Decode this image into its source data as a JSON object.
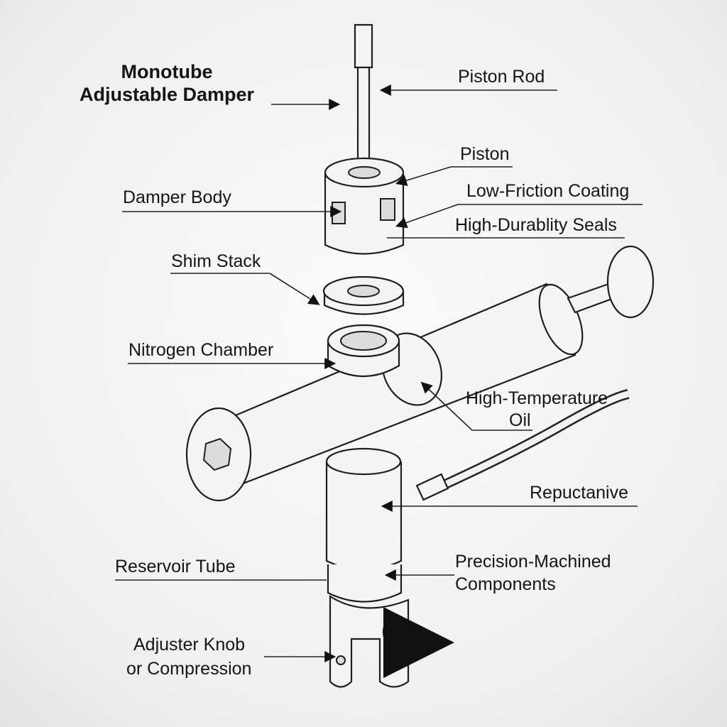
{
  "title": [
    "Monotube",
    "Adjustable Damper"
  ],
  "labels": {
    "piston_rod": "Piston Rod",
    "piston": "Piston",
    "damper_body": "Damper Body",
    "low_friction": "Low-Friction Coating",
    "seals": "High-Durablity Seals",
    "shim_stack": "Shim Stack",
    "nitrogen": "Nitrogen Chamber",
    "oil_1": "High-Temperature",
    "oil_2": "Oil",
    "reputanive": "Repuctanive",
    "reservoir": "Reservoir Tube",
    "precision_1": "Precision-Machined",
    "precision_2": "Components",
    "adjuster_1": "Adjuster Knob",
    "adjuster_2": "or Compression"
  }
}
